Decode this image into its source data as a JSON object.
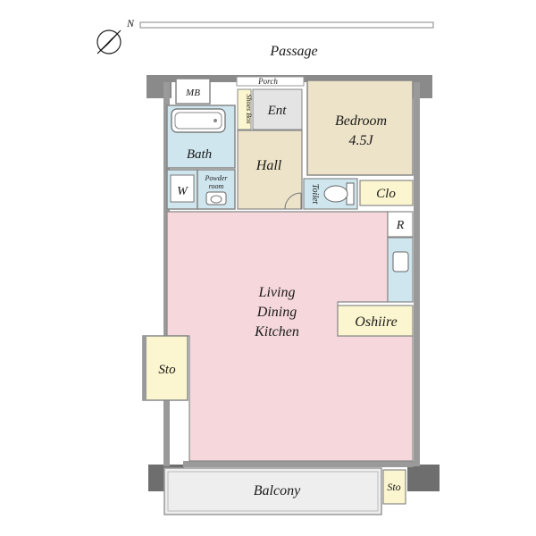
{
  "compass": {
    "label": "N",
    "icon": "north-arrow-icon"
  },
  "labels": {
    "passage": "Passage",
    "mb": "MB",
    "porch": "Porch",
    "ent": "Ent",
    "shoes_box": "Shoes Box",
    "bedroom_line1": "Bedroom",
    "bedroom_line2": "4.5J",
    "bath": "Bath",
    "hall": "Hall",
    "w": "W",
    "powder_line1": "Powder",
    "powder_line2": "room",
    "toilet": "Toilet",
    "clo": "Clo",
    "r": "R",
    "ldk_line1": "Living",
    "ldk_line2": "Dining",
    "ldk_line3": "Kitchen",
    "oshiire": "Oshiire",
    "sto_left": "Sto",
    "balcony": "Balcony",
    "sto_right": "Sto"
  },
  "colors": {
    "wall": "#8a8a8a",
    "wall_dark": "#6e6e6e",
    "ldk": "#f6d8dc",
    "bedroom": "#ede3c8",
    "hall": "#ede3c8",
    "wet": "#cfe6ee",
    "storage": "#fbf6cf",
    "balcony": "#eeeeee"
  }
}
